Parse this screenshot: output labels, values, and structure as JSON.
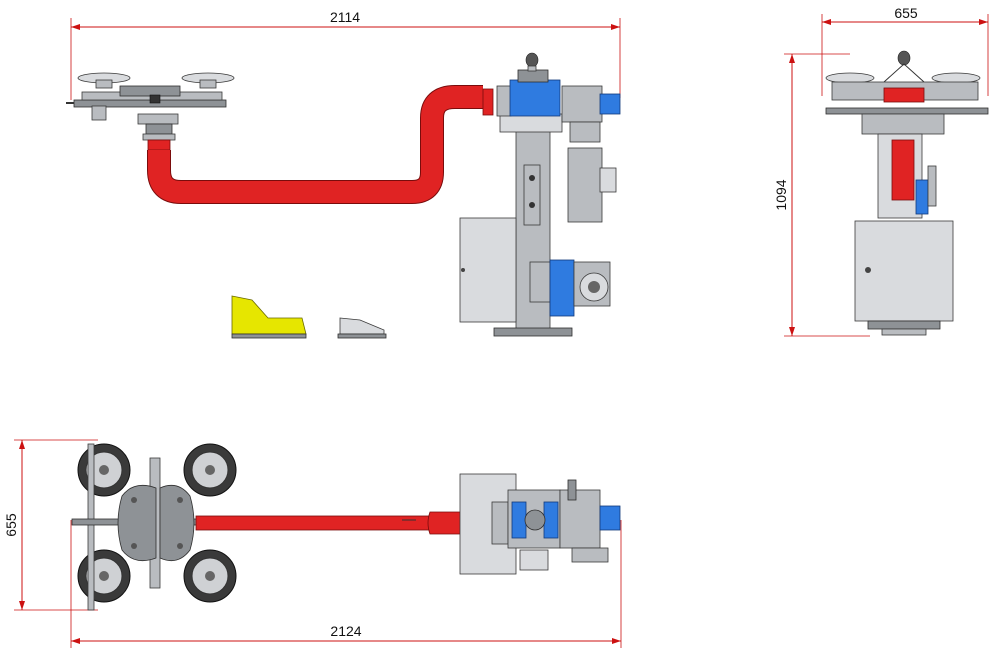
{
  "dimensions": {
    "side_width": "2114",
    "front_width": "655",
    "front_height": "1094",
    "top_height": "655",
    "top_width": "2124"
  },
  "colors": {
    "dimension_line": "#cc1111",
    "pipe": "#e02323",
    "motor_housing": "#2f7be0",
    "pedal": "#e6e600",
    "steel": "#b9bcc0"
  }
}
